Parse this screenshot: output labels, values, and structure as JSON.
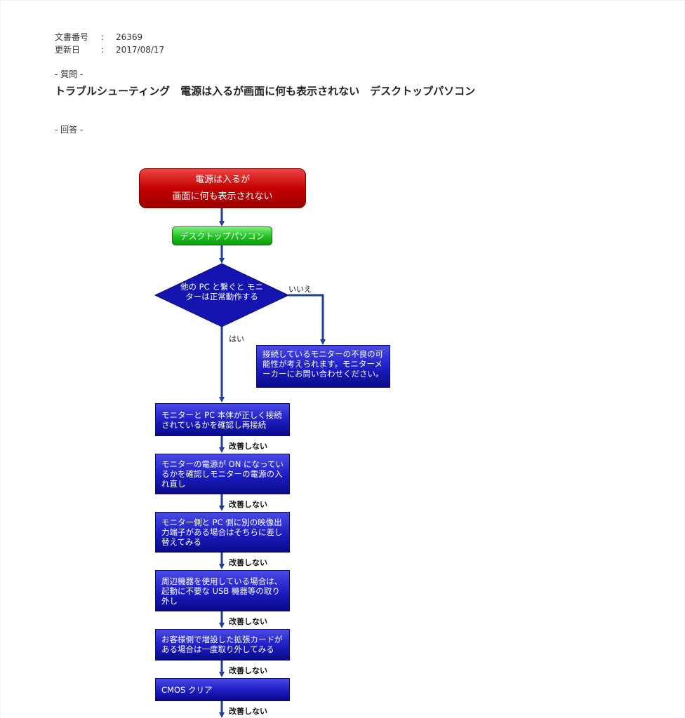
{
  "meta": {
    "doc_number_label": "文書番号",
    "doc_number": "26369",
    "updated_label": "更新日",
    "updated": "2017/08/17",
    "colon": ":"
  },
  "question_label": "- 質問 -",
  "title": "トラブルシューティング　電源は入るが画面に何も表示されない　デスクトップパソコン",
  "answer_label": "- 回答 -",
  "flow": {
    "start_line1": "電源は入るが",
    "start_line2": "画面に何も表示されない",
    "pc_type": "デスクトップパソコン",
    "decision": "他の PC と繋ぐと モニターは正常動作する",
    "no_label": "いいえ",
    "yes_label": "はい",
    "no_result": "接続しているモニターの不良の可能性が考えられます。モニターメーカーにお問い合わせください。",
    "steps": [
      "モニターと PC 本体が正しく接続されているかを確認し再接続",
      "モニターの電源が ON になっているかを確認しモニターの電源の入れ直し",
      "モニター側と PC 側に別の映像出力端子がある場合はそちらに差し替えてみる",
      "周辺機器を使用している場合は、起動に不要な USB 機器等の取り外し",
      "お客様側で増設した拡張カードがある場合は一度取り外してみる",
      "CMOS クリア"
    ],
    "not_improved": "改善しない"
  },
  "colors": {
    "start_red": "#cc0000",
    "pc_green": "#1fbf1f",
    "step_blue": "#1c1cc0",
    "arrow": "#1f3f8f"
  }
}
